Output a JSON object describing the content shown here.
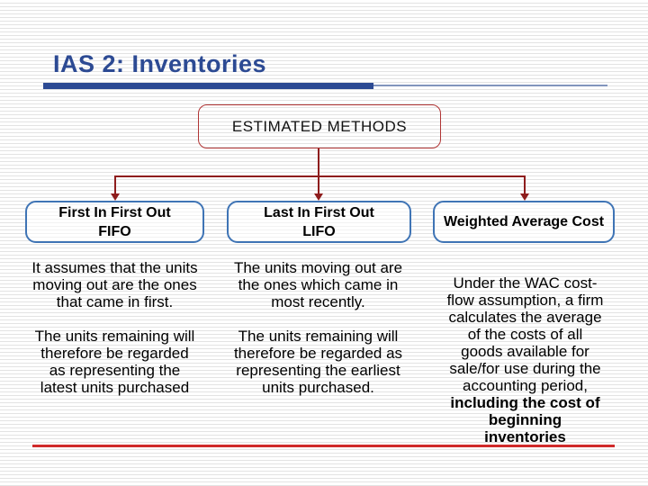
{
  "slide_title": "IAS 2: Inventories",
  "diagram": {
    "root": {
      "label": "ESTIMATED METHODS"
    },
    "methods": [
      {
        "line1": "First In First Out",
        "line2": "FIFO"
      },
      {
        "line1": "Last In First Out",
        "line2": "LIFO"
      },
      {
        "line1": "Weighted Average Cost",
        "line2": ""
      }
    ]
  },
  "descriptions": {
    "fifo": [
      "It assumes that the units moving out are the ones that came in first.",
      "The units remaining will therefore be regarded as representing the latest units purchased"
    ],
    "lifo": [
      "The units moving out are the ones which came in most recently.",
      "The units remaining will therefore be regarded as representing the earliest units purchased."
    ],
    "wac": {
      "normal": "Under the WAC cost-flow assumption, a firm calculates the average of the costs of all goods available for sale/for use during the accounting period, ",
      "bold": "including the cost of beginning inventories"
    }
  },
  "colors": {
    "title_blue": "#2c4a93",
    "method_box_border_blue": "#3f74b5",
    "root_box_border_red": "#b03434",
    "connector_dark_red": "#8e1d1d",
    "bottom_rule_red": "#d02a2a",
    "background_stripe_gray": "#e3e3e3"
  }
}
